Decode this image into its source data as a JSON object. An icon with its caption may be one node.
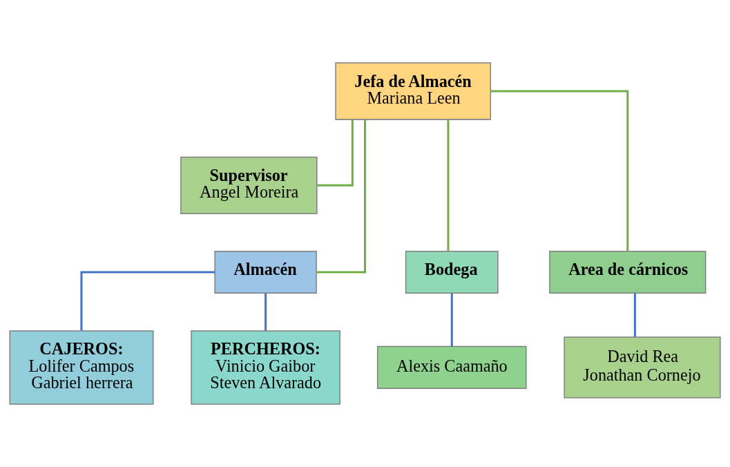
{
  "diagram": {
    "nodes": [
      {
        "text": [
          "Jefa de Almacén",
          "Mariana Leen"
        ]
      },
      {
        "text": [
          "Supervisor",
          "Angel Moreira"
        ]
      },
      {
        "text": [
          "Almacén"
        ]
      },
      {
        "text": [
          "Bodega"
        ]
      },
      {
        "text": [
          "Area de cárnicos"
        ]
      },
      {
        "text": [
          "CAJEROS:",
          "Lolifer Campos",
          "Gabriel herrera"
        ]
      },
      {
        "text": [
          "PERCHEROS:",
          "Vinicio Gaibor",
          "Steven Alvarado"
        ]
      },
      {
        "text": [
          "Alexis Caamaño"
        ]
      },
      {
        "text": [
          "David Rea",
          "Jonathan Cornejo"
        ]
      }
    ],
    "edges": [
      {
        "from": 0,
        "to": 1,
        "arrow": "none",
        "color": "#70ad47"
      },
      {
        "from": 0,
        "to": 2,
        "arrow": "none",
        "color": "#70ad47"
      },
      {
        "from": 0,
        "to": 3,
        "arrow": "none",
        "color": "#70ad47"
      },
      {
        "from": 0,
        "to": 4,
        "arrow": "none",
        "color": "#70ad47"
      },
      {
        "from": 2,
        "to": 5,
        "arrow": "none",
        "color": "#4472c4"
      },
      {
        "from": 2,
        "to": 6,
        "arrow": "none",
        "color": "#4472c4"
      },
      {
        "from": 3,
        "to": 7,
        "arrow": "none",
        "color": "#4472c4"
      },
      {
        "from": 4,
        "to": 8,
        "arrow": "none",
        "color": "#4472c4"
      }
    ]
  }
}
